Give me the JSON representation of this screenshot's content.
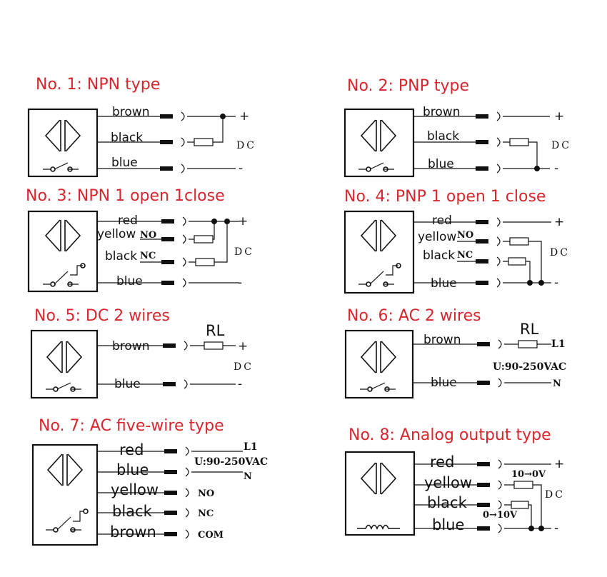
{
  "diagrams": [
    {
      "title": "No. 1: NPN type",
      "wires": [
        "brown",
        "black",
        "blue"
      ],
      "supply": "DC",
      "polarity": [
        "+",
        "-"
      ]
    },
    {
      "title": "No. 2: PNP type",
      "wires": [
        "brown",
        "black",
        "blue"
      ],
      "supply": "DC",
      "polarity": [
        "+",
        "-"
      ]
    },
    {
      "title": "No. 3: NPN 1 open 1close",
      "wires": [
        "red",
        "yellow",
        "black",
        "blue"
      ],
      "contacts": [
        "NO",
        "NC"
      ],
      "supply": "DC",
      "polarity": [
        "+",
        "-"
      ]
    },
    {
      "title": "No. 4: PNP 1 open 1 close",
      "wires": [
        "red",
        "yellow",
        "black",
        "blue"
      ],
      "contacts": [
        "NO",
        "NC"
      ],
      "supply": "DC",
      "polarity": [
        "+",
        "-"
      ]
    },
    {
      "title": "No. 5: DC 2 wires",
      "wires": [
        "brown",
        "blue"
      ],
      "load": "RL",
      "supply": "DC",
      "polarity": [
        "+",
        "-"
      ]
    },
    {
      "title": "No. 6: AC 2 wires",
      "wires": [
        "brown",
        "blue"
      ],
      "load": "RL",
      "line": "L1",
      "voltage": "U:90-250VAC",
      "neutral": "N"
    },
    {
      "title": "No. 7: AC five-wire type",
      "wires": [
        "red",
        "blue",
        "yellow",
        "black",
        "brown"
      ],
      "line": "L1",
      "voltage": "U:90-250VAC",
      "neutral": "N",
      "contacts": [
        "NO",
        "NC",
        "COM"
      ]
    },
    {
      "title": "No. 8: Analog output type",
      "wires": [
        "red",
        "yellow",
        "black",
        "blue"
      ],
      "ranges": [
        "10→0V",
        "0→10V"
      ],
      "supply": "DC",
      "polarity": [
        "+",
        "-"
      ]
    }
  ]
}
